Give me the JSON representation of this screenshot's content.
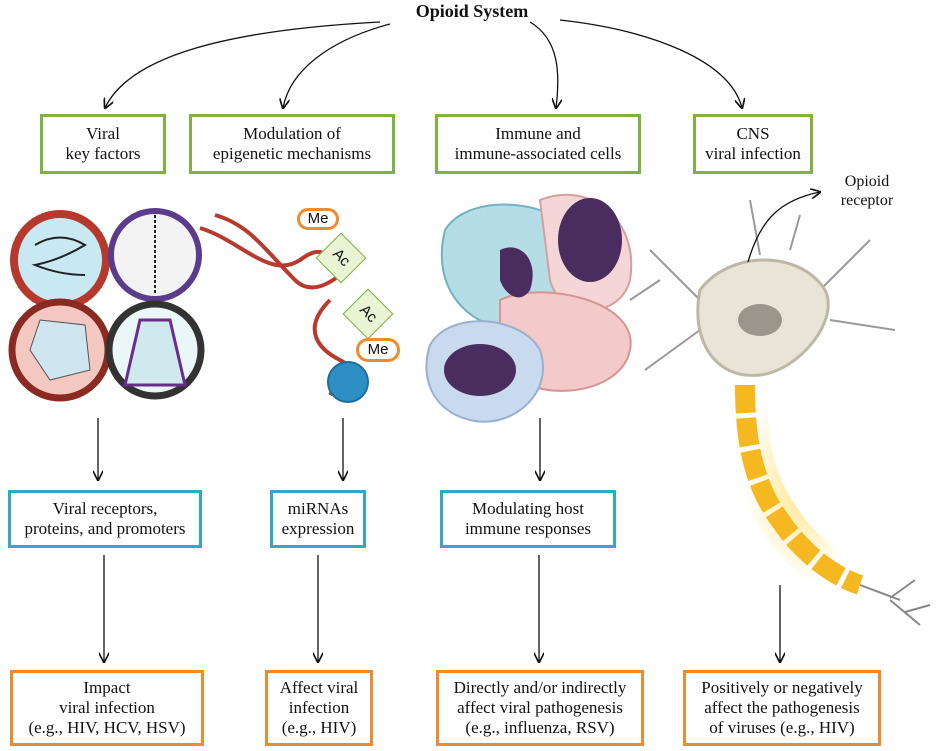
{
  "title": "Opioid System",
  "top_boxes": [
    {
      "line1": "Viral",
      "line2": "key factors"
    },
    {
      "line1": "Modulation of",
      "line2": "epigenetic mechanisms"
    },
    {
      "line1": "Immune and",
      "line2": "immune-associated cells"
    },
    {
      "line1": "CNS",
      "line2": "viral infection"
    }
  ],
  "mid_boxes": [
    {
      "line1": "Viral receptors,",
      "line2": "proteins, and promoters"
    },
    {
      "line1": "miRNAs",
      "line2": "expression"
    },
    {
      "line1": "Modulating host",
      "line2": "immune responses"
    }
  ],
  "bottom_boxes": [
    {
      "line1": "Impact",
      "line2": "viral infection",
      "line3": "(e.g., HIV, HCV, HSV)"
    },
    {
      "line1": "Affect viral",
      "line2": "infection",
      "line3": "(e.g., HIV)"
    },
    {
      "line1": "Directly and/or indirectly",
      "line2": "affect viral pathogenesis",
      "line3": "(e.g., influenza, RSV)"
    },
    {
      "line1": "Positively or negatively",
      "line2": "affect the pathogenesis",
      "line3": "of viruses (e.g., HIV)"
    }
  ],
  "epigenetic_tags": [
    "Me",
    "Ac",
    "Ac",
    "Me"
  ],
  "receptor_label": {
    "line1": "Opioid",
    "line2": "receptor"
  },
  "colors": {
    "green": "#7fb241",
    "blue": "#35a7c3",
    "orange": "#ef8b2c",
    "dna": "#c0392b",
    "axon": "#f5b820"
  }
}
